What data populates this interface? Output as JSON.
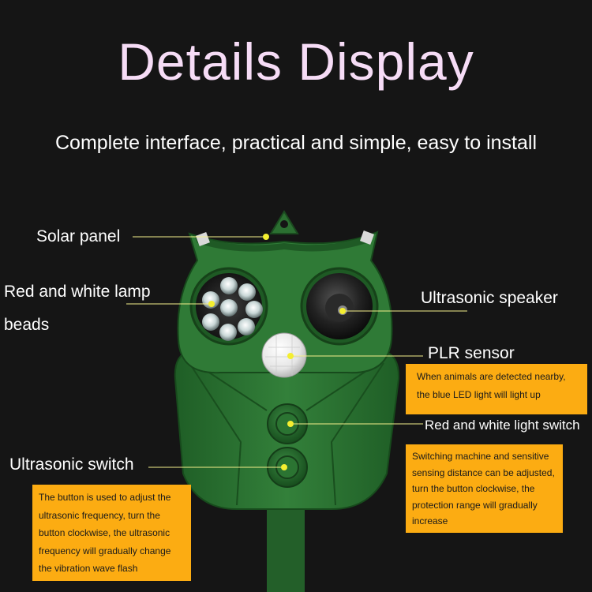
{
  "header": {
    "title": "Details Display",
    "subtitle": "Complete interface, practical and simple, easy to install"
  },
  "callouts": {
    "solar_panel": "Solar panel",
    "lamp_beads_line1": "Red and white lamp",
    "lamp_beads_line2": "beads",
    "ultrasonic_speaker": "Ultrasonic speaker",
    "plr_sensor": "PLR sensor",
    "light_switch": "Red and white light switch",
    "ultrasonic_switch": "Ultrasonic switch"
  },
  "notes": {
    "plr_note": [
      "When animals are detected nearby,",
      "the blue LED light will light up"
    ],
    "switch_note": [
      "Switching machine and sensitive",
      "sensing distance can be adjusted,",
      "turn the button clockwise, the",
      "protection range will gradually",
      "increase"
    ],
    "ultrasonic_note": [
      "The button is used to adjust the",
      "ultrasonic frequency, turn the",
      "button clockwise, the ultrasonic",
      "frequency will gradually change",
      "the vibration wave flash"
    ]
  },
  "colors": {
    "background": "#151515",
    "title": "#f6dcf6",
    "note_background": "#fcac12",
    "device_green": "#2f7a36",
    "leader_line": "#f4ee8a"
  },
  "icons": [
    "owl-device-illustration",
    "solar-panel-icon",
    "led-lamp-icon",
    "speaker-icon",
    "pir-sensor-icon",
    "knob-icon",
    "hanging-hook-icon"
  ]
}
